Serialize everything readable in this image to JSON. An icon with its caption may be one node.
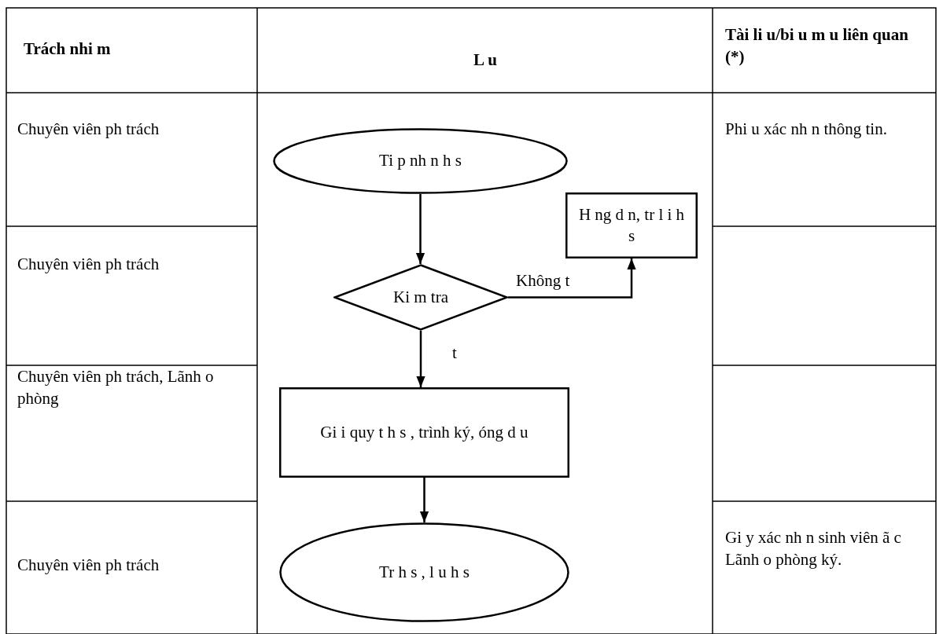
{
  "diagram": {
    "nodes": [
      {
        "text": [
          "Ti p nh n h s"
        ]
      },
      {
        "text": [
          "H ng d n, tr l i h s"
        ]
      },
      {
        "text": [
          "Ki m tra"
        ]
      },
      {
        "text": [
          "Gi i quy t h s , trình ký, óng d u"
        ]
      },
      {
        "text": [
          "Tr h s , l u h s"
        ]
      }
    ],
    "edges": [
      {
        "from": 0,
        "to": 2,
        "arrow": "to"
      },
      {
        "from": 2,
        "to": 1,
        "arrow": "to",
        "label": "Không t"
      },
      {
        "from": 2,
        "to": 3,
        "arrow": "to",
        "label": "t"
      },
      {
        "from": 3,
        "to": 4,
        "arrow": "to"
      }
    ],
    "labels": [
      "Trách nhi m",
      "L u",
      "Tài li u/bi u m u liên quan (*)",
      "Chuyên viên ph trách",
      "Phi u xác nh n thông tin.",
      "Chuyên viên ph trách",
      "Chuyên viên ph trách, Lãnh o phòng",
      "Chuyên viên ph trách",
      "Gi y xác nh n sinh viên ã c Lãnh o phòng ký."
    ]
  }
}
